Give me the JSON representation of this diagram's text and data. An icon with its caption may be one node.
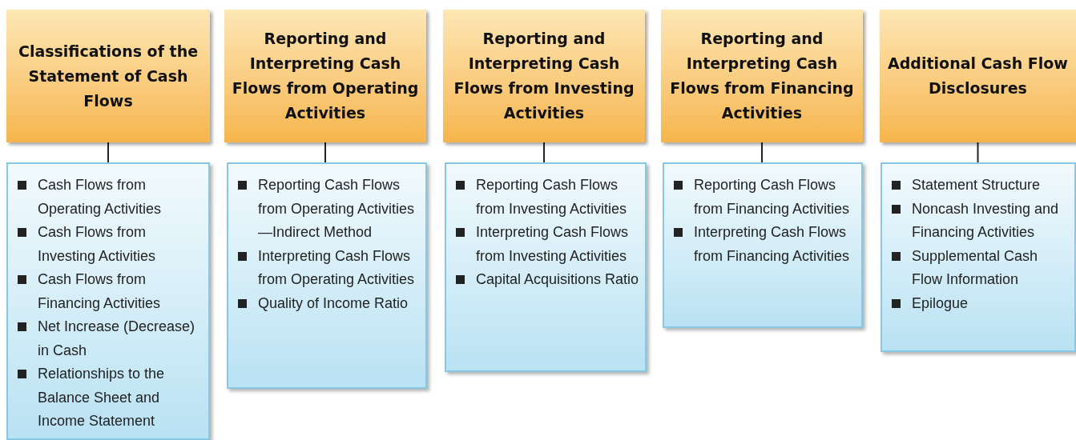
{
  "diagram": {
    "nodes": [
      {
        "text": [
          "Classifications of the Statement of Cash Flows"
        ]
      },
      {
        "text": [
          "Reporting and Interpreting Cash Flows from Operating Activities"
        ]
      },
      {
        "text": [
          "Reporting and Interpreting Cash Flows from Investing Activities"
        ]
      },
      {
        "text": [
          "Reporting and Interpreting Cash Flows from Financing Activities"
        ]
      },
      {
        "text": [
          "Additional Cash Flow Disclosures"
        ]
      },
      {
        "text": [
          "Cash Flows from Operating Activities",
          "Cash Flows from Investing Activities",
          "Cash Flows from Financing Activities",
          "Net Increase (Decrease) in Cash",
          "Relationships to the Balance Sheet and Income Statement"
        ]
      },
      {
        "text": [
          "Reporting Cash Flows from Operating Activities—Indirect Method",
          "Interpreting Cash Flows from Operating Activities",
          "Quality of Income Ratio"
        ]
      },
      {
        "text": [
          "Reporting Cash Flows from Investing Activities",
          "Interpreting Cash Flows from Investing Activities",
          "Capital Acquisitions Ratio"
        ]
      },
      {
        "text": [
          "Reporting Cash Flows from Financing Activities",
          "Interpreting Cash Flows from Financing Activities"
        ]
      },
      {
        "text": [
          "Statement Structure",
          "Noncash Investing and Financing Activities",
          "Supplemental Cash Flow Information",
          "Epilogue"
        ]
      }
    ],
    "edges": [
      {
        "from": 0,
        "to": 5,
        "arrow": "none"
      },
      {
        "from": 1,
        "to": 6,
        "arrow": "none"
      },
      {
        "from": 2,
        "to": 7,
        "arrow": "none"
      },
      {
        "from": 3,
        "to": 8,
        "arrow": "none"
      },
      {
        "from": 4,
        "to": 9,
        "arrow": "none"
      }
    ]
  }
}
